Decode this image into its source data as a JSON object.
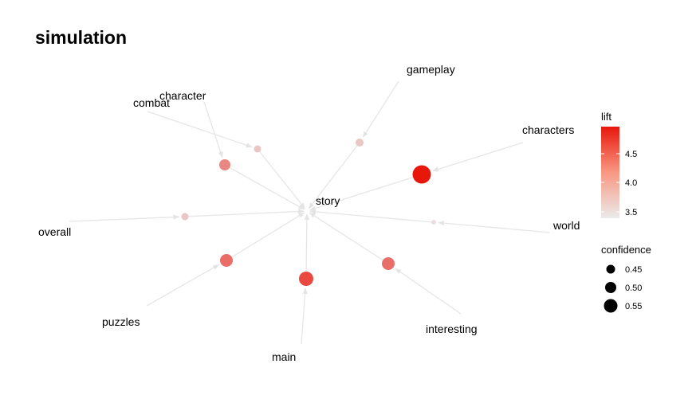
{
  "title": "simulation",
  "graph": {
    "center": "story",
    "terms": [
      "gameplay",
      "character",
      "combat",
      "characters",
      "overall",
      "world",
      "puzzles",
      "interesting",
      "main"
    ],
    "rules": [
      {
        "from": "gameplay",
        "to": "story",
        "confidence": 0.42,
        "lift": 3.6
      },
      {
        "from": "combat",
        "to": "story",
        "confidence": 0.41,
        "lift": 3.6
      },
      {
        "from": "character",
        "to": "story",
        "confidence": 0.46,
        "lift": 4.1
      },
      {
        "from": "characters",
        "to": "story",
        "confidence": 0.55,
        "lift": 5.0
      },
      {
        "from": "overall",
        "to": "story",
        "confidence": 0.41,
        "lift": 3.6
      },
      {
        "from": "world",
        "to": "story",
        "confidence": 0.38,
        "lift": 3.4
      },
      {
        "from": "puzzles",
        "to": "story",
        "confidence": 0.48,
        "lift": 4.3
      },
      {
        "from": "main",
        "to": "story",
        "confidence": 0.5,
        "lift": 4.6
      },
      {
        "from": "interesting",
        "to": "story",
        "confidence": 0.48,
        "lift": 4.3
      }
    ]
  },
  "legend": {
    "lift": {
      "title": "lift",
      "ticks": [
        "4.5",
        "4.0",
        "3.5"
      ],
      "low_color": "#ebebeb",
      "high_color": "#e8170c"
    },
    "confidence": {
      "title": "confidence",
      "ticks": [
        "0.45",
        "0.50",
        "0.55"
      ]
    }
  }
}
